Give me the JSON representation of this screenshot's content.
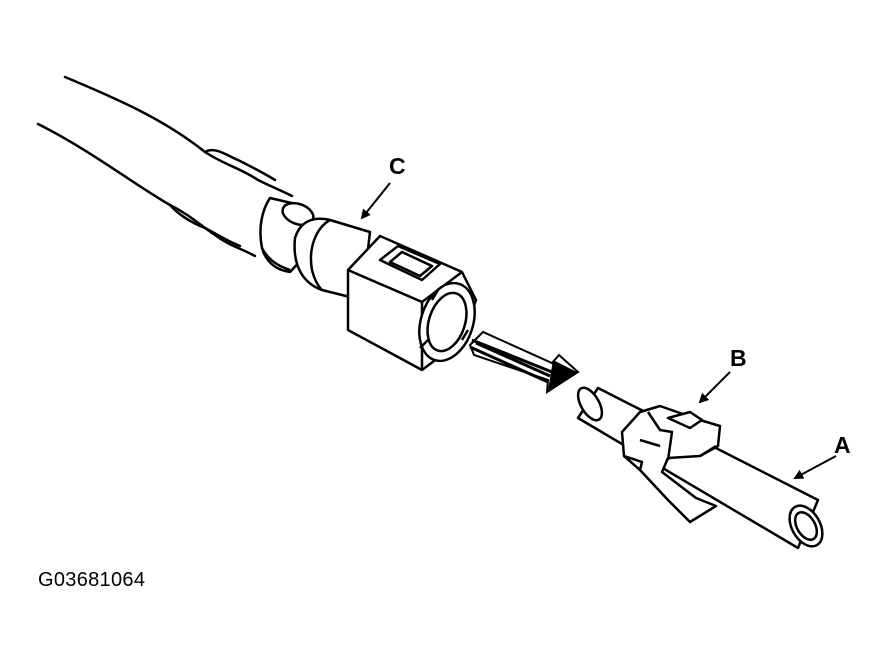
{
  "callouts": {
    "c": "C",
    "b": "B",
    "a": "A"
  },
  "figure_id": "G03681064",
  "colors": {
    "line": "#000000",
    "background": "#ffffff",
    "shade": "#ffffff"
  }
}
